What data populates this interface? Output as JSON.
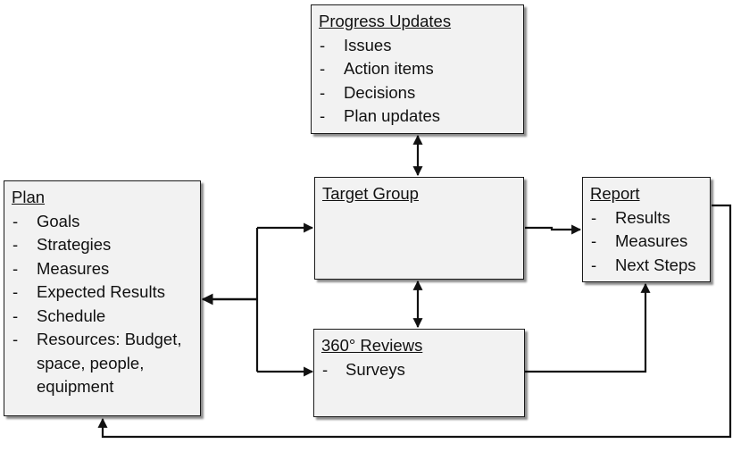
{
  "diagram": {
    "progress_updates": {
      "title": "Progress Updates",
      "items": [
        "Issues",
        "Action items",
        "Decisions",
        "Plan updates"
      ]
    },
    "plan": {
      "title": "Plan",
      "items": [
        "Goals",
        "Strategies",
        "Measures",
        "Expected Results",
        "Schedule",
        "Resources: Budget, space, people, equipment"
      ]
    },
    "target_group": {
      "title": "Target Group"
    },
    "report": {
      "title": "Report",
      "items": [
        "Results",
        "Measures",
        "Next Steps"
      ]
    },
    "reviews": {
      "title": "360° Reviews",
      "items": [
        "Surveys"
      ]
    },
    "colors": {
      "box_fill": "#f2f2f2",
      "line": "#111111"
    }
  }
}
